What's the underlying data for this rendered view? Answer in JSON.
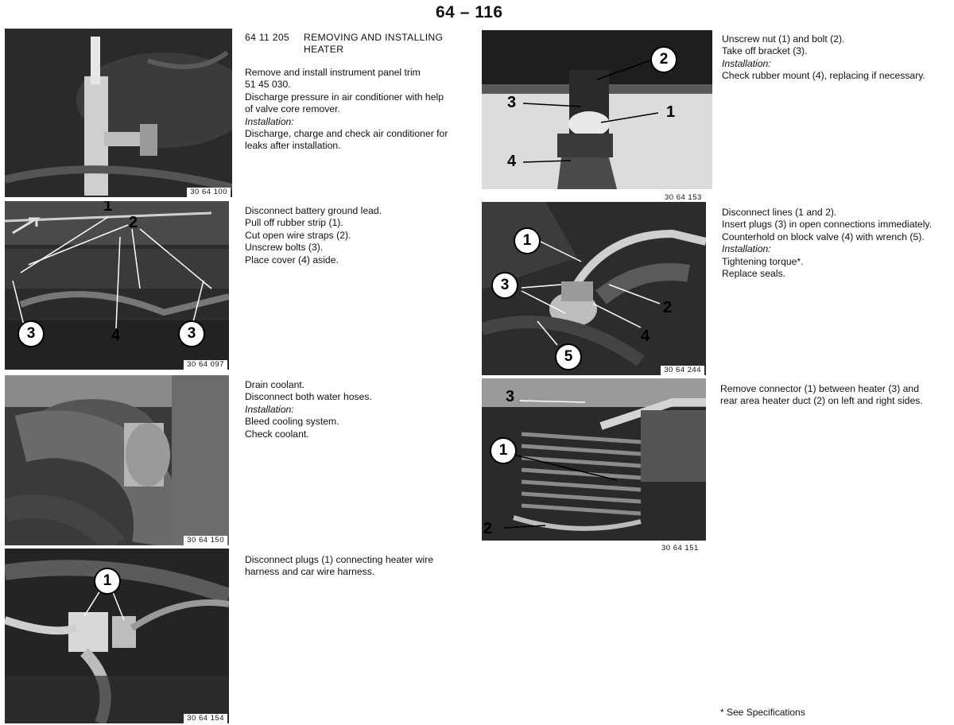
{
  "page_number": "64 – 116",
  "figures": [
    {
      "id": "fig1",
      "code": "30 64 100",
      "callouts": []
    },
    {
      "id": "fig2",
      "code": "30 64 097",
      "callouts": [
        "1",
        "2",
        "3",
        "4",
        "3"
      ]
    },
    {
      "id": "fig3",
      "code": "30 64 150",
      "callouts": []
    },
    {
      "id": "fig4",
      "code": "30 64 154",
      "callouts": [
        "1"
      ]
    },
    {
      "id": "fig5",
      "code": "30 64 153",
      "callouts": [
        "2",
        "3",
        "1",
        "4"
      ]
    },
    {
      "id": "fig6",
      "code": "30 64 244",
      "callouts": [
        "1",
        "3",
        "2",
        "4",
        "5"
      ]
    },
    {
      "id": "fig7",
      "code": "30 64 151",
      "callouts": [
        "3",
        "1",
        "2"
      ]
    }
  ],
  "section": {
    "number": "64 11 205",
    "title_line1": "REMOVING AND INSTALLING",
    "title_line2": "HEATER"
  },
  "steps": {
    "step1": [
      "Remove and install instrument panel trim",
      "51 45 030.",
      "Discharge pressure in air conditioner with help",
      "of valve core remover.",
      "Installation:",
      "Discharge, charge and check air conditioner for",
      "leaks after installation."
    ],
    "step2": [
      "Disconnect battery ground lead.",
      "Pull off rubber strip (1).",
      "Cut open wire straps (2).",
      "Unscrew bolts (3).",
      "Place cover (4) aside."
    ],
    "step3": [
      "Drain coolant.",
      "Disconnect both water hoses.",
      "Installation:",
      "Bleed cooling system.",
      "Check coolant."
    ],
    "step4": [
      "Disconnect plugs (1) connecting heater wire",
      "harness and car wire harness."
    ],
    "step5": [
      "Unscrew nut (1) and bolt (2).",
      "Take off bracket (3).",
      "Installation:",
      "Check rubber mount (4), replacing if necessary."
    ],
    "step6": [
      "Disconnect lines (1 and 2).",
      "Insert plugs (3) in open connections immediately.",
      "Counterhold on block valve (4) with wrench (5).",
      "Installation:",
      "Tightening torque*.",
      "Replace seals."
    ],
    "step7": [
      "Remove connector (1) between heater (3) and",
      "rear area heater duct (2) on left and right sides."
    ]
  },
  "footnote": "* See Specifications"
}
